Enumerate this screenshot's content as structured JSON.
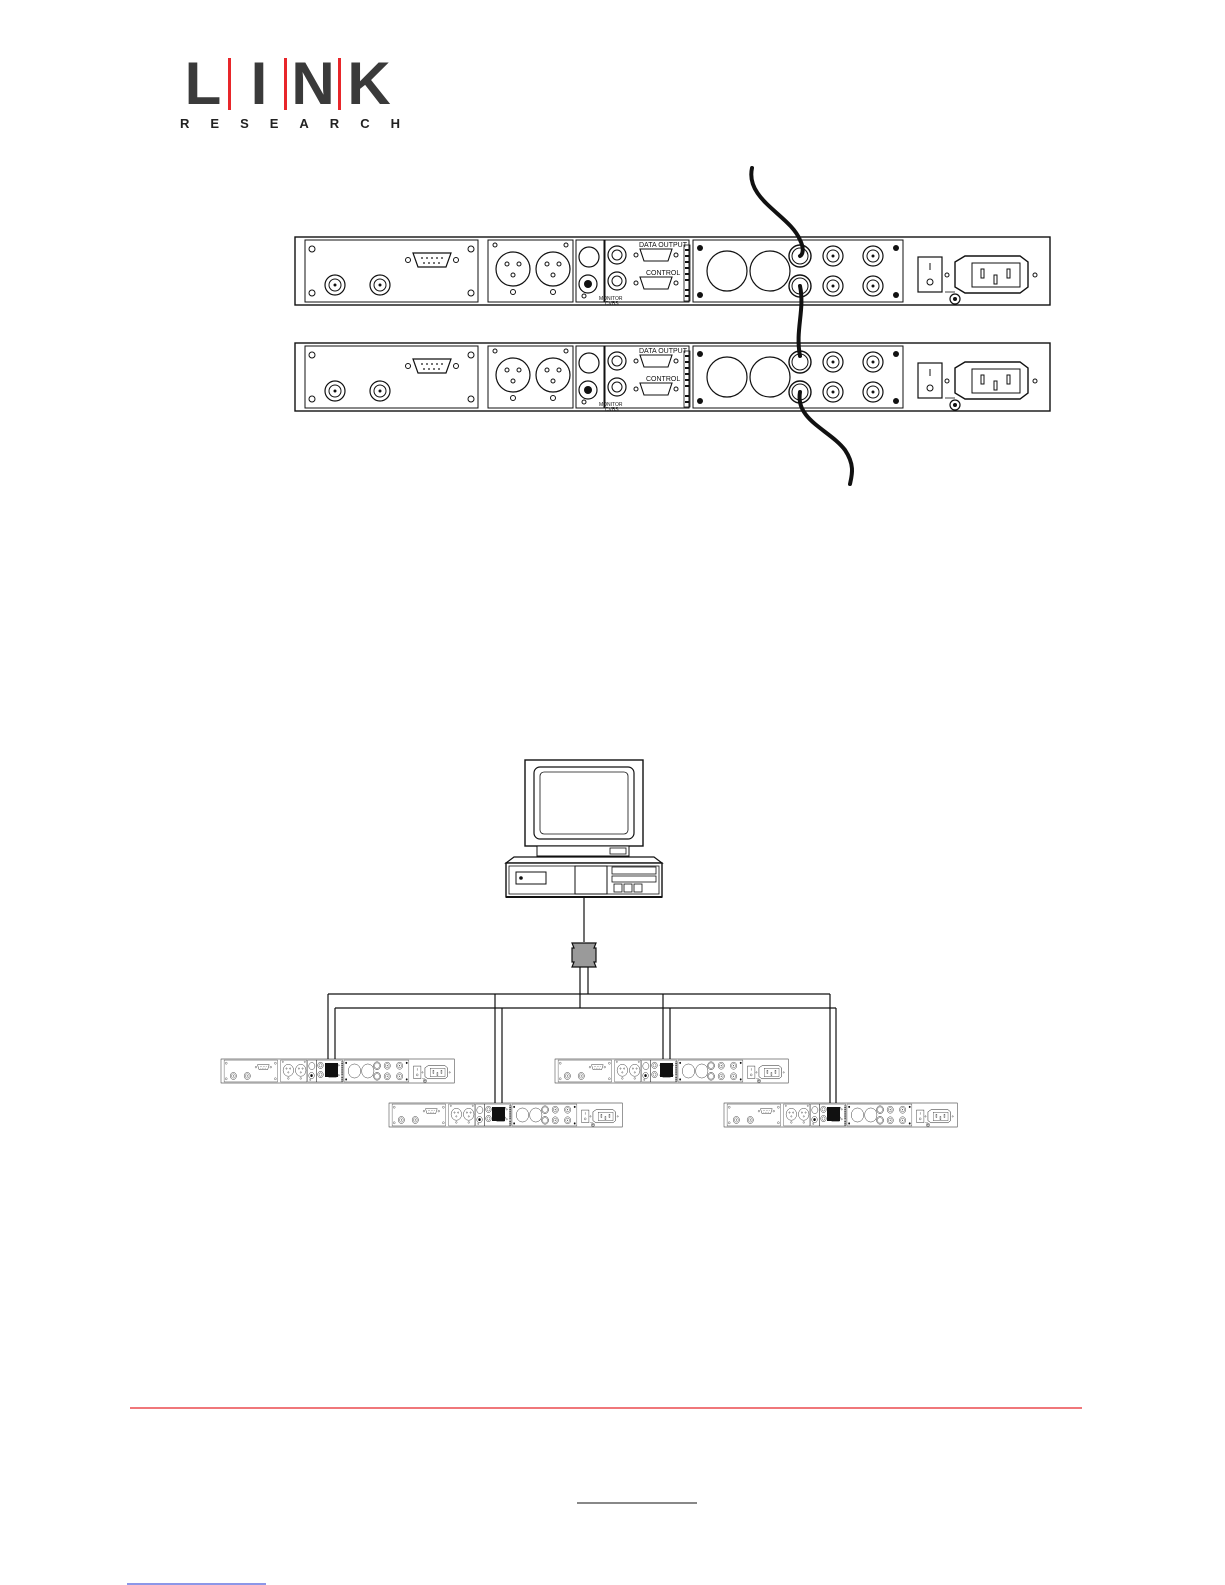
{
  "logo": {
    "letters": [
      "L",
      "I",
      "N",
      "K"
    ],
    "subtitle": [
      "R",
      "E",
      "S",
      "E",
      "A",
      "R",
      "C",
      "H"
    ],
    "bar_color": "#e8262a",
    "letter_color": "#3a3a3a"
  },
  "rack_units": {
    "data_output_label": "DATA OUTPUT",
    "control_label": "CONTROL",
    "monitor_label": "MONITOR",
    "cvbs_label": "CVBS"
  },
  "footer": {
    "rule_color": "#e8262a"
  }
}
